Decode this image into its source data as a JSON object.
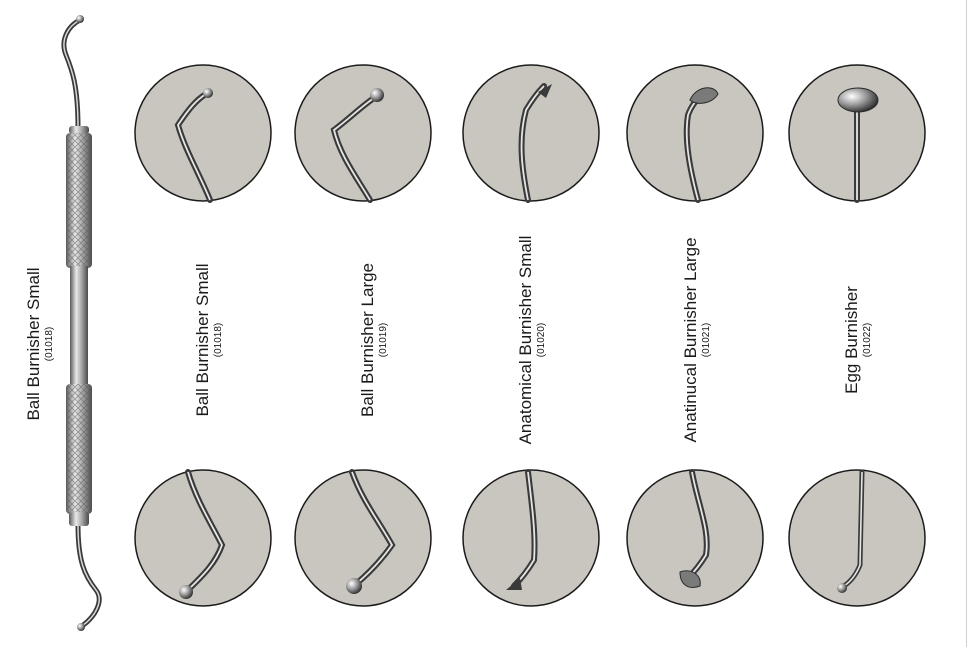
{
  "main_instrument": {
    "name": "Ball Burnisher Small",
    "code": "(01018)"
  },
  "products": [
    {
      "name": "Ball Burnisher Small",
      "code": "(01018)",
      "tip": "ball-small"
    },
    {
      "name": "Ball Burnisher Large",
      "code": "(01019)",
      "tip": "ball-large"
    },
    {
      "name": "Anatomical  Burnisher Small",
      "code": "(01020)",
      "tip": "anatomical-small"
    },
    {
      "name": "Anatinucal Burnisher Large",
      "code": "(01021)",
      "tip": "anatomical-large"
    },
    {
      "name": "Egg Burnisher",
      "code": "(01022)",
      "tip": "egg"
    }
  ],
  "colors": {
    "circle_fill": "#c9c5bf",
    "circle_stroke": "#1b1b1b",
    "steel_dark": "#4a4a4a",
    "steel_mid": "#9a9a9a",
    "steel_light": "#e2e2e2"
  }
}
